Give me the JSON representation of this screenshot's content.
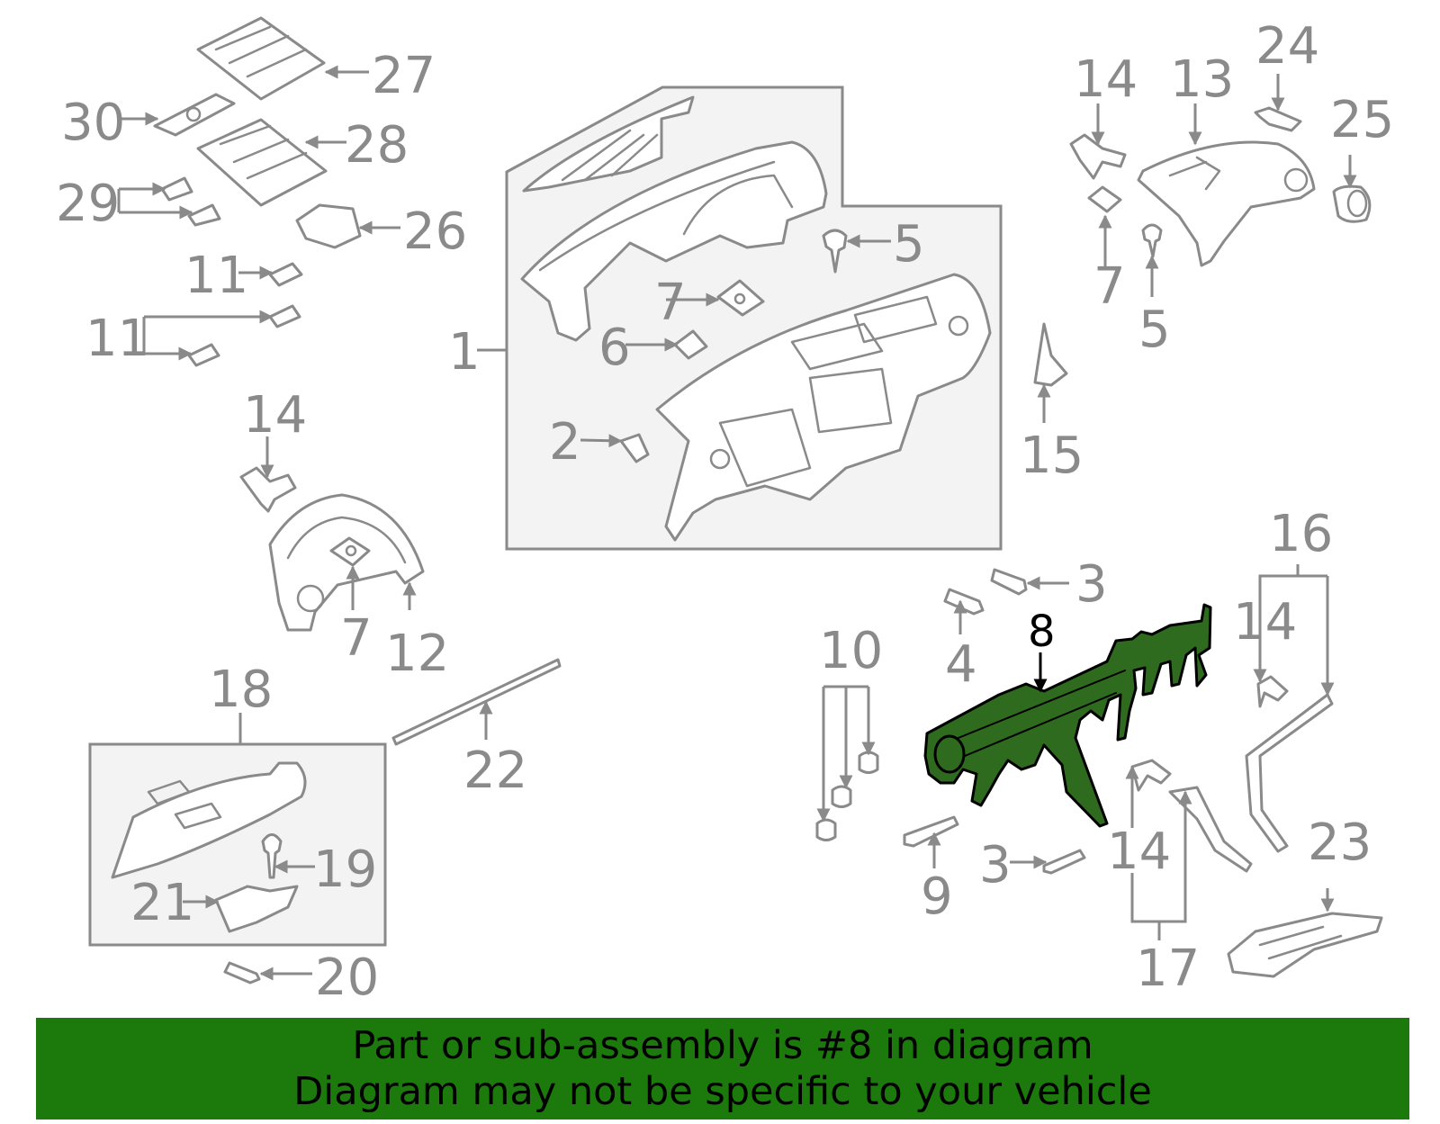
{
  "callouts": {
    "c1": "1",
    "c2": "2",
    "c3a": "3",
    "c3b": "3",
    "c4": "4",
    "c5a": "5",
    "c5b": "5",
    "c6": "6",
    "c7a": "7",
    "c7b": "7",
    "c7c": "7",
    "c8": "8",
    "c9": "9",
    "c10": "10",
    "c11a": "11",
    "c11b": "11",
    "c12": "12",
    "c13": "13",
    "c14a": "14",
    "c14b": "14",
    "c14c": "14",
    "c14d": "14",
    "c15": "15",
    "c16": "16",
    "c17": "17",
    "c18": "18",
    "c19": "19",
    "c20": "20",
    "c21": "21",
    "c22": "22",
    "c23": "23",
    "c24": "24",
    "c25": "25",
    "c26": "26",
    "c27": "27",
    "c28": "28",
    "c29": "29",
    "c30": "30"
  },
  "banner": {
    "line1": "Part or sub-assembly is #8 in diagram",
    "line2": "Diagram may not be specific to your vehicle"
  },
  "colors": {
    "highlight_part": "#2e6b1e",
    "banner_background": "#1c7a0c",
    "line_art": "#8a8a8a"
  }
}
